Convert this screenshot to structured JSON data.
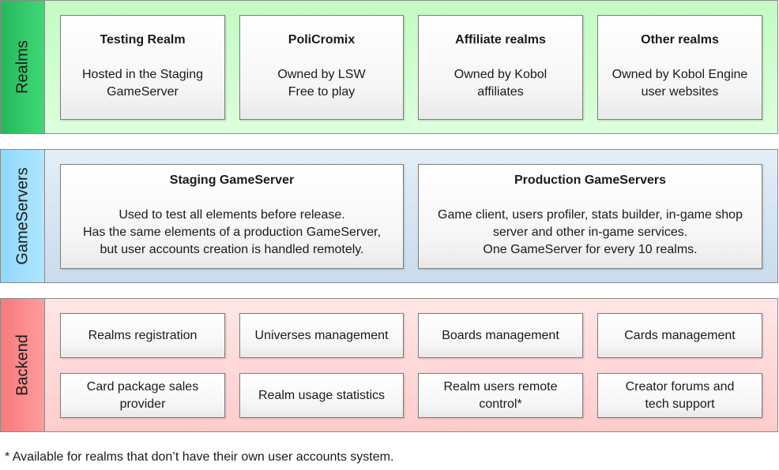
{
  "colors": {
    "realms_tab": "#33cc66",
    "realms_panel": "#ccffcc",
    "gameservers_tab": "#99ddff",
    "gameservers_panel": "#d6e6f4",
    "backend_tab": "#ff8888",
    "backend_panel": "#ffd6d6"
  },
  "realms": {
    "label": "Realms",
    "cards": [
      {
        "title": "Testing Realm",
        "desc": "Hosted in the Staging\nGameServer"
      },
      {
        "title": "PoliCromix",
        "desc": "Owned by LSW\nFree to play"
      },
      {
        "title": "Affiliate realms",
        "desc": "Owned by Kobol\naffiliates"
      },
      {
        "title": "Other realms",
        "desc": "Owned by Kobol Engine\nuser websites"
      }
    ]
  },
  "gameservers": {
    "label": "GameServers",
    "cards": [
      {
        "title": "Staging GameServer",
        "desc": "Used to test all elements before release.\nHas the same elements of a production GameServer,\nbut user accounts creation is handled remotely."
      },
      {
        "title": "Production GameServers",
        "desc": "Game client, users profiler, stats builder, in-game shop\nserver and other in-game services.\nOne GameServer for every 10 realms."
      }
    ]
  },
  "backend": {
    "label": "Backend",
    "cards": [
      "Realms registration",
      "Universes management",
      "Boards management",
      "Cards management",
      "Card package sales\nprovider",
      "Realm usage statistics",
      "Realm users remote\ncontrol*",
      "Creator forums and\ntech support"
    ]
  },
  "footnote": "* Available for realms that don’t have their own user accounts system."
}
